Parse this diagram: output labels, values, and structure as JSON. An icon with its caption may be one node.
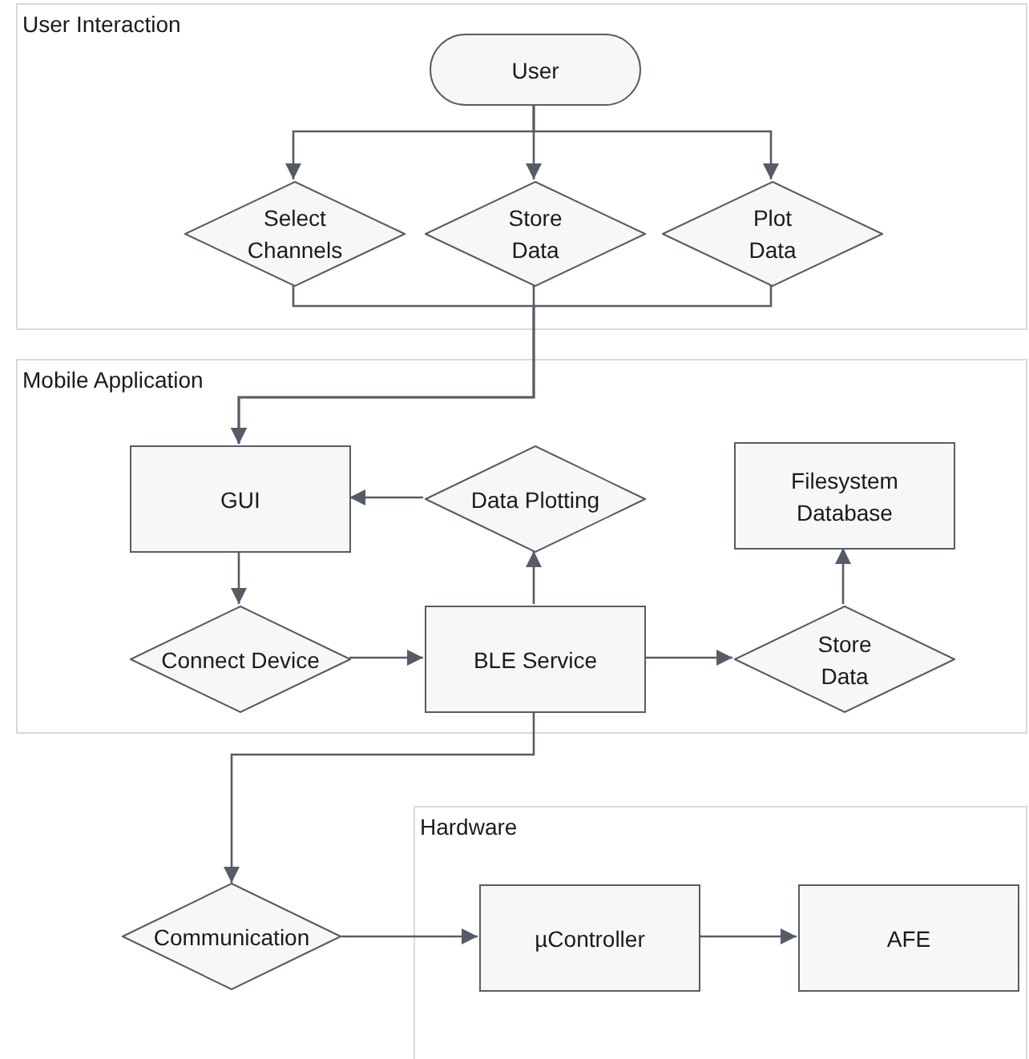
{
  "diagram": {
    "nodes": [
      {
        "text": [
          "User Interaction"
        ]
      },
      {
        "text": [
          "User"
        ],
        "in": 0
      },
      {
        "text": [
          "Select Channels"
        ],
        "in": 0
      },
      {
        "text": [
          "Store Data"
        ],
        "in": 0
      },
      {
        "text": [
          "Plot Data"
        ],
        "in": 0
      },
      {
        "text": [
          "Mobile Application"
        ]
      },
      {
        "text": [
          "GUI"
        ],
        "in": 5
      },
      {
        "text": [
          "Data Plotting"
        ],
        "in": 5
      },
      {
        "text": [
          "Filesystem Database"
        ],
        "in": 5
      },
      {
        "text": [
          "Connect Device"
        ],
        "in": 5
      },
      {
        "text": [
          "BLE Service"
        ],
        "in": 5
      },
      {
        "text": [
          "Store Data"
        ],
        "in": 5
      },
      {
        "text": [
          "Communication"
        ]
      },
      {
        "text": [
          "Hardware"
        ]
      },
      {
        "text": [
          "µController"
        ],
        "in": 13
      },
      {
        "text": [
          "AFE"
        ],
        "in": 13
      }
    ],
    "edges": [
      {
        "from": 1,
        "to": 2,
        "arrow": "to"
      },
      {
        "from": 1,
        "to": 3,
        "arrow": "to"
      },
      {
        "from": 1,
        "to": 4,
        "arrow": "to"
      },
      {
        "from": 2,
        "to": 6,
        "arrow": "to"
      },
      {
        "from": 3,
        "to": 6,
        "arrow": "to"
      },
      {
        "from": 4,
        "to": 6,
        "arrow": "to"
      },
      {
        "from": 7,
        "to": 6,
        "arrow": "to"
      },
      {
        "from": 6,
        "to": 9,
        "arrow": "to"
      },
      {
        "from": 9,
        "to": 10,
        "arrow": "to"
      },
      {
        "from": 10,
        "to": 7,
        "arrow": "to"
      },
      {
        "from": 10,
        "to": 11,
        "arrow": "to"
      },
      {
        "from": 11,
        "to": 8,
        "arrow": "to"
      },
      {
        "from": 10,
        "to": 12,
        "arrow": "to"
      },
      {
        "from": 12,
        "to": 14,
        "arrow": "to"
      },
      {
        "from": 14,
        "to": 15,
        "arrow": "to"
      }
    ]
  }
}
